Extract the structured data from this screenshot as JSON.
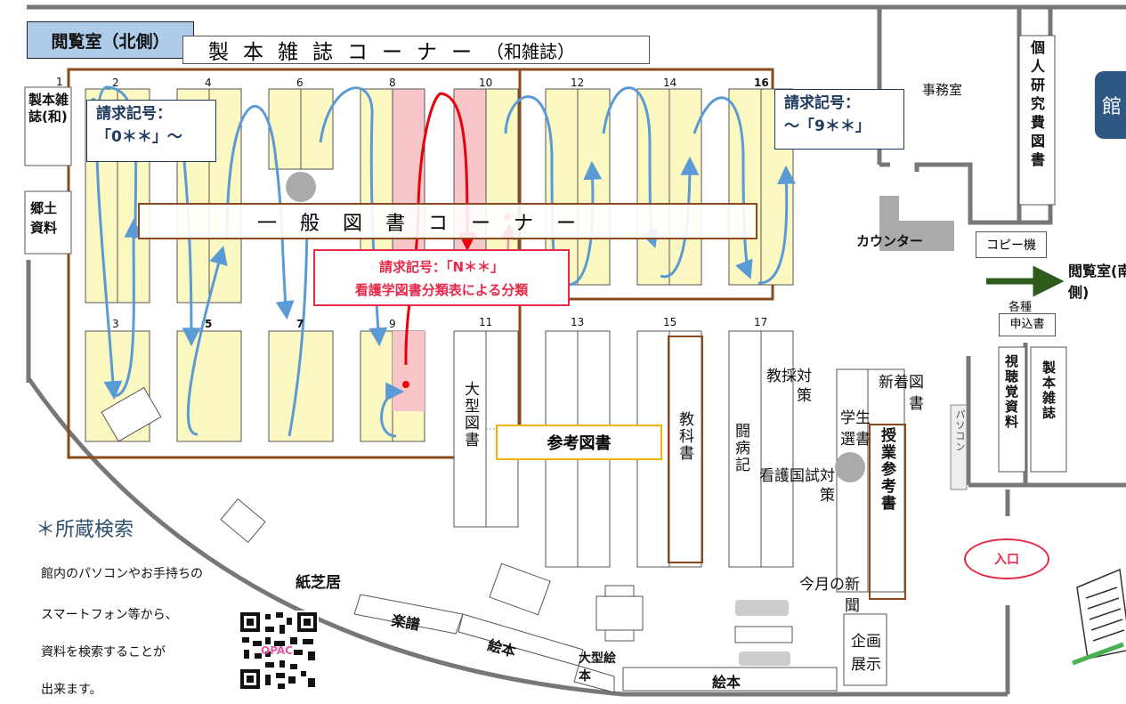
{
  "room_title": "閲覧室（北側）",
  "zasshi_banner": {
    "main": "製本雑誌コーナー",
    "sub": "（和雑誌）"
  },
  "general_banner": "一般図書コーナー",
  "callouts": {
    "start_label": "請求記号：",
    "start_range": "「0＊＊」～",
    "end_label": "請求記号：",
    "end_range": "～「9＊＊」"
  },
  "nursing_callout": {
    "line1": "請求記号：「N＊＊」",
    "line2": "看護学図書分類表による分類"
  },
  "shelf_numbers": [
    "1",
    "2",
    "3",
    "4",
    "5",
    "6",
    "7",
    "8",
    "9",
    "10",
    "11",
    "12",
    "13",
    "14",
    "15",
    "16",
    "17"
  ],
  "left_wall": {
    "bound_journals": "製本雑誌(和)",
    "local_materials": "郷土資料"
  },
  "office": "事務室",
  "personal_research": "個人研究費図書",
  "counter": "カウンター",
  "copy_machine": "コピー機",
  "south_room": "閲覧室(南側)",
  "forms": {
    "top": "各種",
    "box": "申込書"
  },
  "av_materials": "視聴覚資料",
  "bound_journals_right": "製本雑誌",
  "pc": "パソコン",
  "entrance": "入口",
  "sections": {
    "large_books": "大型図書",
    "reference": "参考図書",
    "textbooks": "教科書",
    "illness": "闘病記",
    "employment": "教採対策",
    "nursing_exam": "看護国試対策",
    "student_picks": "学生選書",
    "new_books": "新着図書",
    "class_reference": "授業参考書",
    "newspaper": "今月の新聞",
    "exhibit": "企画展示",
    "kamishibai": "紙芝居",
    "scores": "楽譜",
    "picture_books": "絵本",
    "large_picture_books": "大型絵本"
  },
  "search": {
    "title": "＊所蔵検索",
    "line1": "館内のパソコンやお手持ちの",
    "line2": "スマートフォン等から、",
    "line3": "資料を検索することが",
    "line4": "出来ます。"
  },
  "qr_label": "OPAC",
  "side_tab": "館",
  "colors": {
    "shelf_fill": "#fbf8c2",
    "nursing_fill": "#f8c6c8",
    "route_blue": "#5b9bd5",
    "route_red": "#e8000b",
    "frame_brown": "#8b4a1e",
    "title_fill": "#aecbe9",
    "navy": "#1f3a5f"
  }
}
